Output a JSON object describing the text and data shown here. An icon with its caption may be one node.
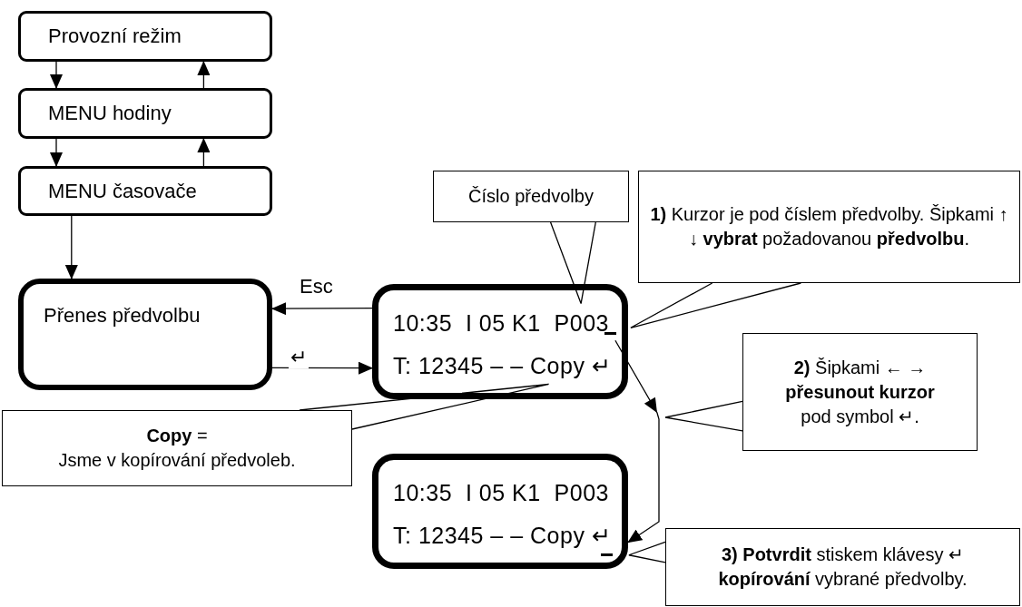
{
  "diagram": {
    "nodes": [
      {
        "text": [
          "Provozní režim"
        ]
      },
      {
        "text": [
          "MENU hodiny"
        ]
      },
      {
        "text": [
          "MENU časovače"
        ]
      },
      {
        "text": [
          "Přenes předvolbu"
        ]
      },
      {
        "text": [
          "Číslo předvolby"
        ]
      },
      {
        "text": [
          "**1)** Kurzor je pod číslem předvolby. Šipkami ↑ ↓ **vybrat** požadovanou **předvolbu**."
        ]
      },
      {
        "text": [
          "10:35  I 05 K1  P003",
          "T: 12345 – – Copy ↵"
        ]
      },
      {
        "text": [
          "**Copy** =",
          "Jsme v kopírování předvoleb."
        ]
      },
      {
        "text": [
          "**2)** Šipkami ← → **přesunout kurzor** pod symbol ↵."
        ]
      },
      {
        "text": [
          "10:35  I 05 K1  P003",
          "T: 12345 – – Copy ↵"
        ]
      },
      {
        "text": [
          "**3) Potvrdit** stiskem klávesy ↵ **kopírování** vybrané předvolby."
        ]
      }
    ],
    "edges": [
      {
        "from": 0,
        "to": 1,
        "arrow": "to"
      },
      {
        "from": 1,
        "to": 0,
        "arrow": "to"
      },
      {
        "from": 1,
        "to": 2,
        "arrow": "to"
      },
      {
        "from": 2,
        "to": 1,
        "arrow": "to"
      },
      {
        "from": 2,
        "to": 3,
        "arrow": "to"
      },
      {
        "from": 6,
        "to": 3,
        "arrow": "to",
        "label": "Esc"
      },
      {
        "from": 3,
        "to": 6,
        "arrow": "to",
        "label": "↵"
      },
      {
        "from": 6,
        "to": 9,
        "arrow": "to"
      },
      {
        "from": 4,
        "to": 6,
        "arrow": "none"
      },
      {
        "from": 5,
        "to": 6,
        "arrow": "none"
      },
      {
        "from": 7,
        "to": 6,
        "arrow": "none"
      },
      {
        "from": 8,
        "to": null,
        "arrow": "none"
      },
      {
        "from": 10,
        "to": 9,
        "arrow": "none"
      }
    ]
  }
}
